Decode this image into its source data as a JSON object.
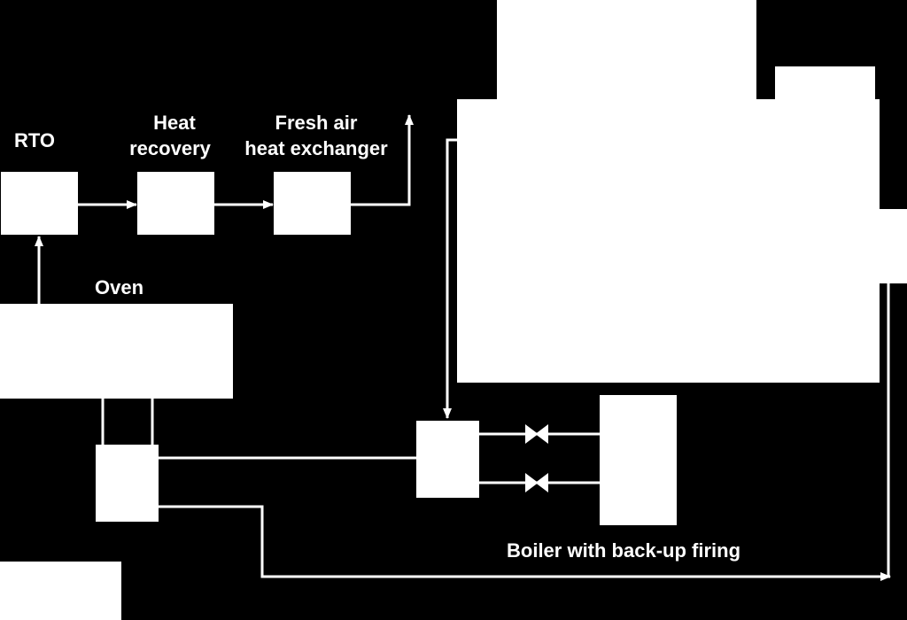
{
  "diagram": {
    "colors": {
      "background": "#000000",
      "foreground": "#ffffff"
    },
    "labels": {
      "rto": "RTO",
      "heat_recovery": [
        "Heat",
        "recovery"
      ],
      "fresh_air_hx": [
        "Fresh air",
        "heat exchanger"
      ],
      "oven": "Oven",
      "boiler": "Boiler with back-up firing"
    }
  }
}
